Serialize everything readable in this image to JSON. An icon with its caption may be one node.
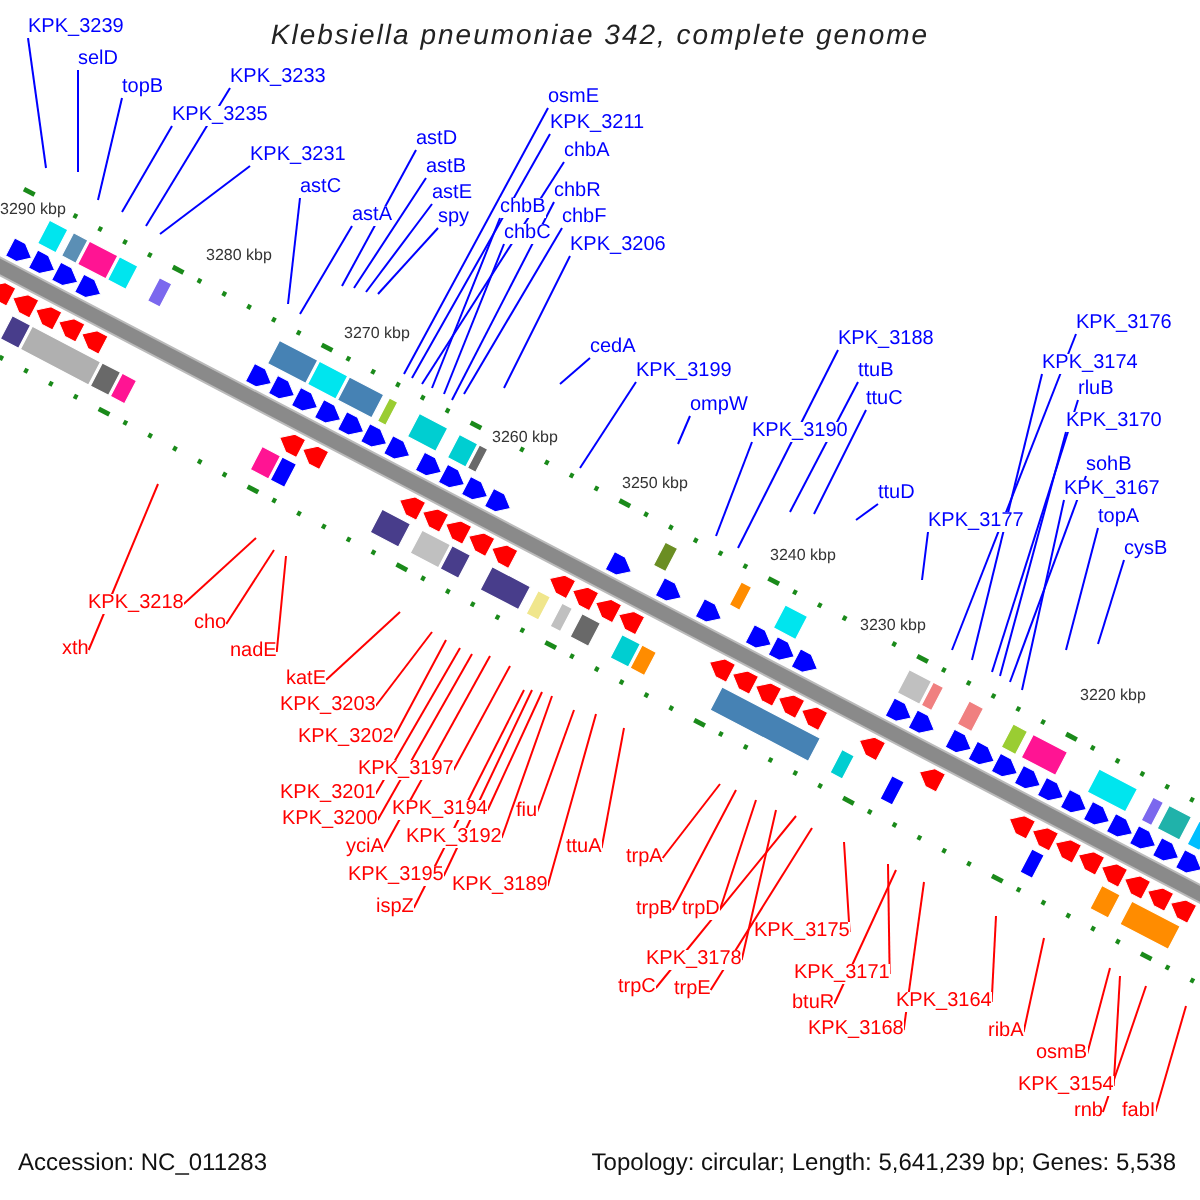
{
  "diagram": {
    "title": "Klebsiella pneumoniae 342, complete genome",
    "nodes": [
      {
        "text": [
          "KPK_3239"
        ]
      },
      {
        "text": [
          "selD"
        ]
      },
      {
        "text": [
          "topB"
        ]
      },
      {
        "text": [
          "KPK_3235"
        ]
      },
      {
        "text": [
          "KPK_3233"
        ]
      },
      {
        "text": [
          "KPK_3231"
        ]
      },
      {
        "text": [
          "astC"
        ]
      },
      {
        "text": [
          "astA"
        ]
      },
      {
        "text": [
          "astD"
        ]
      },
      {
        "text": [
          "astB"
        ]
      },
      {
        "text": [
          "astE"
        ]
      },
      {
        "text": [
          "spy"
        ]
      },
      {
        "text": [
          "osmE"
        ]
      },
      {
        "text": [
          "KPK_3211"
        ]
      },
      {
        "text": [
          "chbA"
        ]
      },
      {
        "text": [
          "chbB"
        ]
      },
      {
        "text": [
          "chbC"
        ]
      },
      {
        "text": [
          "chbR"
        ]
      },
      {
        "text": [
          "chbF"
        ]
      },
      {
        "text": [
          "KPK_3206"
        ]
      },
      {
        "text": [
          "cedA"
        ]
      },
      {
        "text": [
          "KPK_3199"
        ]
      },
      {
        "text": [
          "ompW"
        ]
      },
      {
        "text": [
          "KPK_3190"
        ]
      },
      {
        "text": [
          "KPK_3188"
        ]
      },
      {
        "text": [
          "ttuB"
        ]
      },
      {
        "text": [
          "ttuC"
        ]
      },
      {
        "text": [
          "ttuD"
        ]
      },
      {
        "text": [
          "KPK_3177"
        ]
      },
      {
        "text": [
          "KPK_3176"
        ]
      },
      {
        "text": [
          "KPK_3174"
        ]
      },
      {
        "text": [
          "rluB"
        ]
      },
      {
        "text": [
          "KPK_3170"
        ]
      },
      {
        "text": [
          "sohB"
        ]
      },
      {
        "text": [
          "KPK_3167"
        ]
      },
      {
        "text": [
          "topA"
        ]
      },
      {
        "text": [
          "cysB"
        ]
      },
      {
        "text": [
          "KPK_3218"
        ]
      },
      {
        "text": [
          "xth"
        ]
      },
      {
        "text": [
          "cho"
        ]
      },
      {
        "text": [
          "nadE"
        ]
      },
      {
        "text": [
          "katE"
        ]
      },
      {
        "text": [
          "KPK_3203"
        ]
      },
      {
        "text": [
          "KPK_3202"
        ]
      },
      {
        "text": [
          "KPK_3197"
        ]
      },
      {
        "text": [
          "KPK_3201"
        ]
      },
      {
        "text": [
          "KPK_3200"
        ]
      },
      {
        "text": [
          "KPK_3194"
        ]
      },
      {
        "text": [
          "yciA"
        ]
      },
      {
        "text": [
          "KPK_3192"
        ]
      },
      {
        "text": [
          "KPK_3195"
        ]
      },
      {
        "text": [
          "ispZ"
        ]
      },
      {
        "text": [
          "KPK_3189"
        ]
      },
      {
        "text": [
          "fiu"
        ]
      },
      {
        "text": [
          "ttuA"
        ]
      },
      {
        "text": [
          "trpA"
        ]
      },
      {
        "text": [
          "trpB"
        ]
      },
      {
        "text": [
          "trpD"
        ]
      },
      {
        "text": [
          "KPK_3178"
        ]
      },
      {
        "text": [
          "trpC"
        ]
      },
      {
        "text": [
          "trpE"
        ]
      },
      {
        "text": [
          "KPK_3175"
        ]
      },
      {
        "text": [
          "KPK_3171"
        ]
      },
      {
        "text": [
          "btuR"
        ]
      },
      {
        "text": [
          "KPK_3168"
        ]
      },
      {
        "text": [
          "KPK_3164"
        ]
      },
      {
        "text": [
          "ribA"
        ]
      },
      {
        "text": [
          "osmB"
        ]
      },
      {
        "text": [
          "KPK_3154"
        ]
      },
      {
        "text": [
          "rnb"
        ]
      },
      {
        "text": [
          "fabI"
        ]
      }
    ],
    "edges": [
      {
        "from": 0,
        "to": null,
        "arrow": "none"
      },
      {
        "from": 1,
        "to": null,
        "arrow": "none"
      },
      {
        "from": 2,
        "to": null,
        "arrow": "none"
      },
      {
        "from": 3,
        "to": null,
        "arrow": "none"
      },
      {
        "from": 4,
        "to": null,
        "arrow": "none"
      },
      {
        "from": 5,
        "to": null,
        "arrow": "none"
      },
      {
        "from": 6,
        "to": null,
        "arrow": "none"
      },
      {
        "from": 7,
        "to": null,
        "arrow": "none"
      },
      {
        "from": 8,
        "to": null,
        "arrow": "none"
      },
      {
        "from": 9,
        "to": null,
        "arrow": "none"
      },
      {
        "from": 10,
        "to": null,
        "arrow": "none"
      },
      {
        "from": 11,
        "to": null,
        "arrow": "none"
      },
      {
        "from": 12,
        "to": null,
        "arrow": "none"
      },
      {
        "from": 13,
        "to": null,
        "arrow": "none"
      },
      {
        "from": 14,
        "to": null,
        "arrow": "none"
      },
      {
        "from": 15,
        "to": null,
        "arrow": "none"
      },
      {
        "from": 16,
        "to": null,
        "arrow": "none"
      },
      {
        "from": 17,
        "to": null,
        "arrow": "none"
      },
      {
        "from": 18,
        "to": null,
        "arrow": "none"
      },
      {
        "from": 19,
        "to": null,
        "arrow": "none"
      },
      {
        "from": 20,
        "to": null,
        "arrow": "none"
      },
      {
        "from": 21,
        "to": null,
        "arrow": "none"
      },
      {
        "from": 22,
        "to": null,
        "arrow": "none"
      },
      {
        "from": 23,
        "to": null,
        "arrow": "none"
      },
      {
        "from": 24,
        "to": null,
        "arrow": "none"
      },
      {
        "from": 25,
        "to": null,
        "arrow": "none"
      },
      {
        "from": 26,
        "to": null,
        "arrow": "none"
      },
      {
        "from": 27,
        "to": null,
        "arrow": "none"
      },
      {
        "from": 28,
        "to": null,
        "arrow": "none"
      },
      {
        "from": 29,
        "to": null,
        "arrow": "none"
      },
      {
        "from": 30,
        "to": null,
        "arrow": "none"
      },
      {
        "from": 31,
        "to": null,
        "arrow": "none"
      },
      {
        "from": 32,
        "to": null,
        "arrow": "none"
      },
      {
        "from": 33,
        "to": null,
        "arrow": "none"
      },
      {
        "from": 34,
        "to": null,
        "arrow": "none"
      },
      {
        "from": 35,
        "to": null,
        "arrow": "none"
      },
      {
        "from": 36,
        "to": null,
        "arrow": "none"
      },
      {
        "from": 37,
        "to": null,
        "arrow": "none",
        "color": "#ff0000"
      },
      {
        "from": 38,
        "to": null,
        "arrow": "none",
        "color": "#ff0000"
      },
      {
        "from": 39,
        "to": null,
        "arrow": "none",
        "color": "#ff0000"
      },
      {
        "from": 40,
        "to": null,
        "arrow": "none",
        "color": "#ff0000"
      },
      {
        "from": 41,
        "to": null,
        "arrow": "none",
        "color": "#ff0000"
      },
      {
        "from": 42,
        "to": null,
        "arrow": "none",
        "color": "#ff0000"
      },
      {
        "from": 43,
        "to": null,
        "arrow": "none",
        "color": "#ff0000"
      },
      {
        "from": 44,
        "to": null,
        "arrow": "none",
        "color": "#ff0000"
      },
      {
        "from": 45,
        "to": null,
        "arrow": "none",
        "color": "#ff0000"
      },
      {
        "from": 46,
        "to": null,
        "arrow": "none",
        "color": "#ff0000"
      },
      {
        "from": 47,
        "to": null,
        "arrow": "none",
        "color": "#ff0000"
      },
      {
        "from": 48,
        "to": null,
        "arrow": "none",
        "color": "#ff0000"
      },
      {
        "from": 49,
        "to": null,
        "arrow": "none",
        "color": "#ff0000"
      },
      {
        "from": 50,
        "to": null,
        "arrow": "none",
        "color": "#ff0000"
      },
      {
        "from": 51,
        "to": null,
        "arrow": "none",
        "color": "#ff0000"
      },
      {
        "from": 52,
        "to": null,
        "arrow": "none",
        "color": "#ff0000"
      },
      {
        "from": 53,
        "to": null,
        "arrow": "none",
        "color": "#ff0000"
      },
      {
        "from": 54,
        "to": null,
        "arrow": "none",
        "color": "#ff0000"
      },
      {
        "from": 55,
        "to": null,
        "arrow": "none",
        "color": "#ff0000"
      },
      {
        "from": 56,
        "to": null,
        "arrow": "none",
        "color": "#ff0000"
      },
      {
        "from": 57,
        "to": null,
        "arrow": "none",
        "color": "#ff0000"
      },
      {
        "from": 58,
        "to": null,
        "arrow": "none",
        "color": "#ff0000"
      },
      {
        "from": 59,
        "to": null,
        "arrow": "none",
        "color": "#ff0000"
      },
      {
        "from": 60,
        "to": null,
        "arrow": "none",
        "color": "#ff0000"
      },
      {
        "from": 61,
        "to": null,
        "arrow": "none",
        "color": "#ff0000"
      },
      {
        "from": 62,
        "to": null,
        "arrow": "none",
        "color": "#ff0000"
      },
      {
        "from": 63,
        "to": null,
        "arrow": "none",
        "color": "#ff0000"
      },
      {
        "from": 64,
        "to": null,
        "arrow": "none",
        "color": "#ff0000"
      },
      {
        "from": 65,
        "to": null,
        "arrow": "none",
        "color": "#ff0000"
      },
      {
        "from": 66,
        "to": null,
        "arrow": "none",
        "color": "#ff0000"
      },
      {
        "from": 67,
        "to": null,
        "arrow": "none",
        "color": "#ff0000"
      },
      {
        "from": 68,
        "to": null,
        "arrow": "none",
        "color": "#ff0000"
      },
      {
        "from": 69,
        "to": null,
        "arrow": "none",
        "color": "#ff0000"
      },
      {
        "from": 70,
        "to": null,
        "arrow": "none",
        "color": "#ff0000"
      }
    ],
    "labels": [
      "3290 kbp",
      "3280 kbp",
      "3270 kbp",
      "3260 kbp",
      "3250 kbp",
      "3240 kbp",
      "3230 kbp",
      "3220 kbp",
      "Accession: NC_011283",
      "Topology: circular; Length: 5,641,239 bp; Genes: 5,538"
    ]
  }
}
